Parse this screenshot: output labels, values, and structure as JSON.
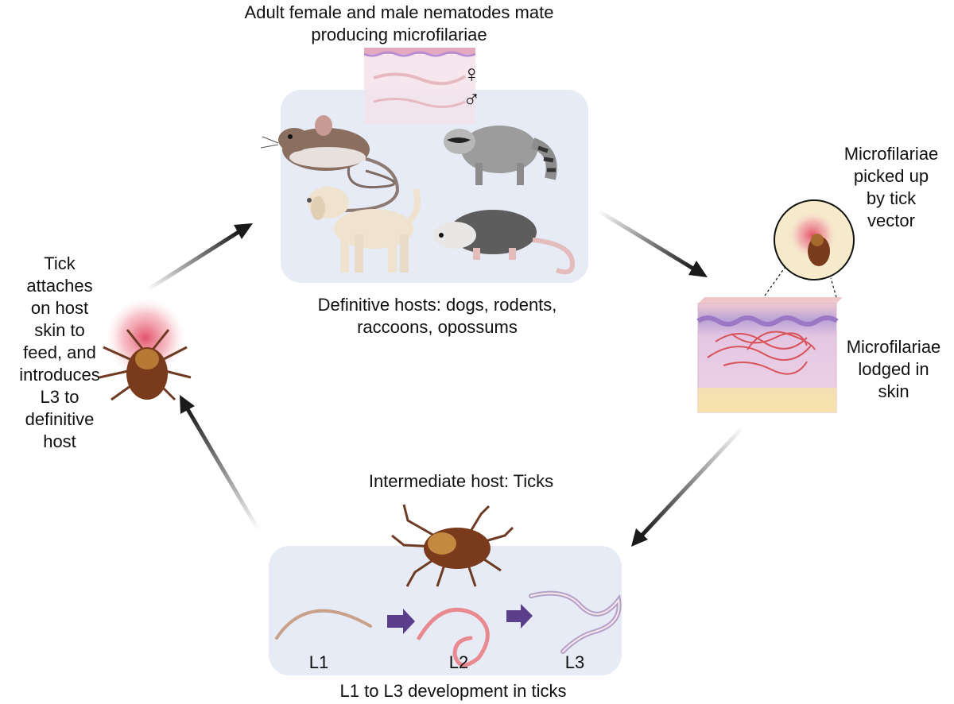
{
  "top": {
    "title_line1": "Adult female and male nematodes mate",
    "title_line2": "producing microfilariae",
    "female_symbol": "♀",
    "male_symbol": "♂"
  },
  "definitive": {
    "caption_line1": "Definitive hosts: dogs, rodents,",
    "caption_line2": "raccoons, opossums"
  },
  "vector": {
    "label_lines": [
      "Microfilariae",
      "picked up",
      "by tick",
      "vector"
    ]
  },
  "skin": {
    "label_lines": [
      "Microfilariae",
      "lodged in",
      "skin"
    ]
  },
  "intermediate": {
    "title": "Intermediate host: Ticks",
    "stages": [
      "L1",
      "L2",
      "L3"
    ],
    "caption": "L1 to L3 development in ticks"
  },
  "attach": {
    "label_lines": [
      "Tick",
      "attaches",
      "on host",
      "skin to",
      "feed, and",
      "introduces",
      "L3 to",
      "definitive",
      "host"
    ]
  },
  "colors": {
    "panel": "#e6ebf5",
    "arrow": "#1a1a1a",
    "stage_arrow": "#5b3f8c",
    "worm_tan": "#c9a088",
    "worm_pink": "#e88a8f",
    "tick_body": "#7a3a1c",
    "skin_pink": "#e9c8de"
  }
}
